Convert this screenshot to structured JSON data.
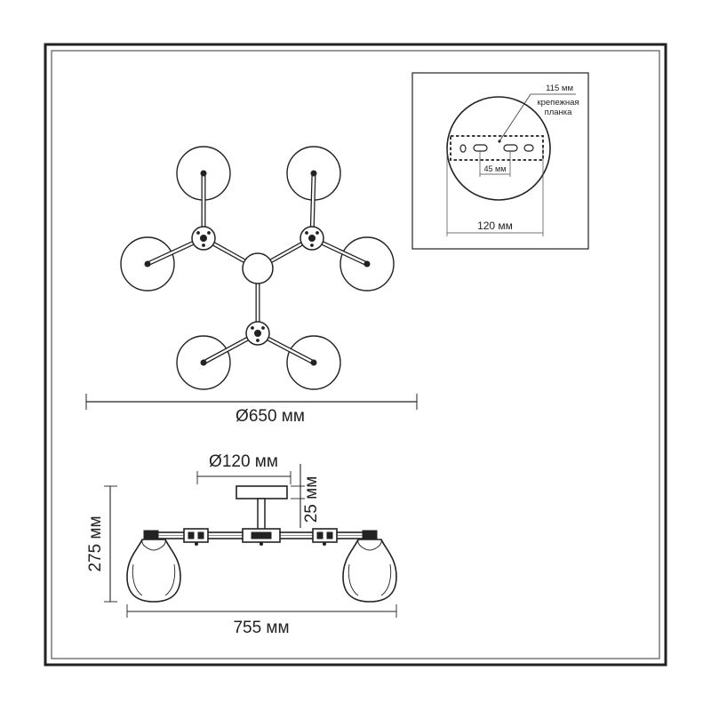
{
  "labels": {
    "top_diameter": "Ø650 мм",
    "canopy_diameter": "Ø120 мм",
    "canopy_height": "25 мм",
    "total_height": "275 мм",
    "total_width": "755 мм"
  },
  "inset": {
    "bracket_length": "115 мм",
    "bracket_name_line1": "крепежная",
    "bracket_name_line2": "планка",
    "hole_spacing": "45 мм",
    "base_diameter": "120 мм"
  }
}
